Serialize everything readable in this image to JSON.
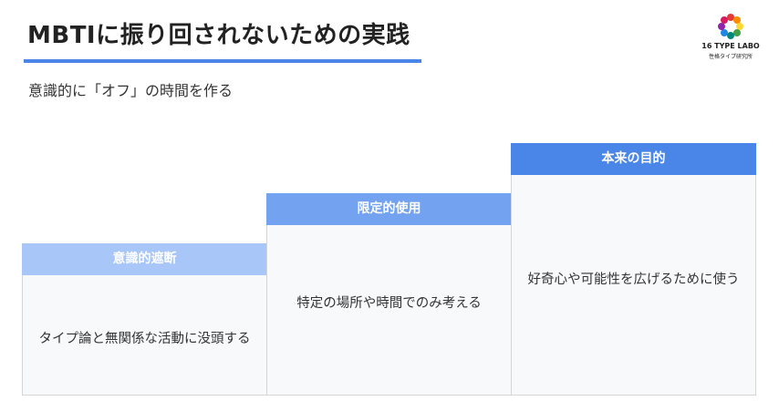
{
  "header": {
    "title": "MBTIに振り回されないための実践",
    "subtitle": "意識的に「オフ」の時間を作る"
  },
  "logo": {
    "name": "16 TYPE LABO",
    "sub": "性格タイプ研究所"
  },
  "steps": [
    {
      "title": "意識的遮断",
      "body": "タイプ論と無関係な活動に没頭する"
    },
    {
      "title": "限定的使用",
      "body": "特定の場所や時間でのみ考える"
    },
    {
      "title": "本来の目的",
      "body": "好奇心や可能性を広げるために使う"
    }
  ],
  "colors": {
    "accent": "#4a86e8",
    "step1_header": "#a8c7f8",
    "step2_header": "#73a3f0",
    "step3_header": "#4a86e8",
    "card_bg": "#f8f9fa"
  }
}
